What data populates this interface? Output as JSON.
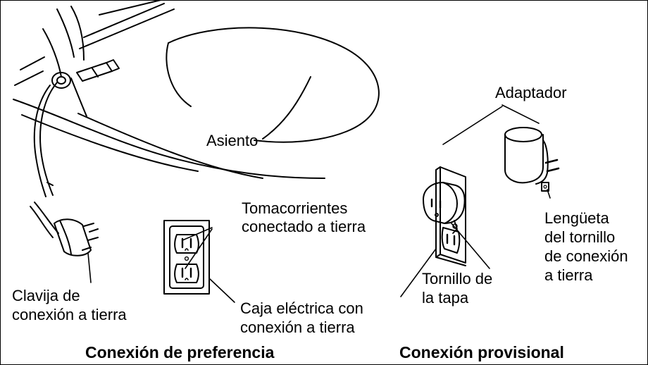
{
  "labels": {
    "seat": "Asiento",
    "adapter": "Adaptador",
    "receptacle_line1": "Tomacorrientes",
    "receptacle_line2": "conectado a tierra",
    "plug_line1": "Clavija de",
    "plug_line2": "conexión a tierra",
    "box_line1": "Caja eléctrica con",
    "box_line2": "conexión a tierra",
    "screw_line1": "Tornillo de",
    "screw_line2": "la tapa",
    "tab_line1": "Lengüeta",
    "tab_line2": "del tornillo",
    "tab_line3": "de conexión",
    "tab_line4": "a tierra"
  },
  "titles": {
    "preferred": "Conexión de preferencia",
    "temporary": "Conexión provisional"
  },
  "colors": {
    "ink": "#000000",
    "paper": "#ffffff"
  }
}
